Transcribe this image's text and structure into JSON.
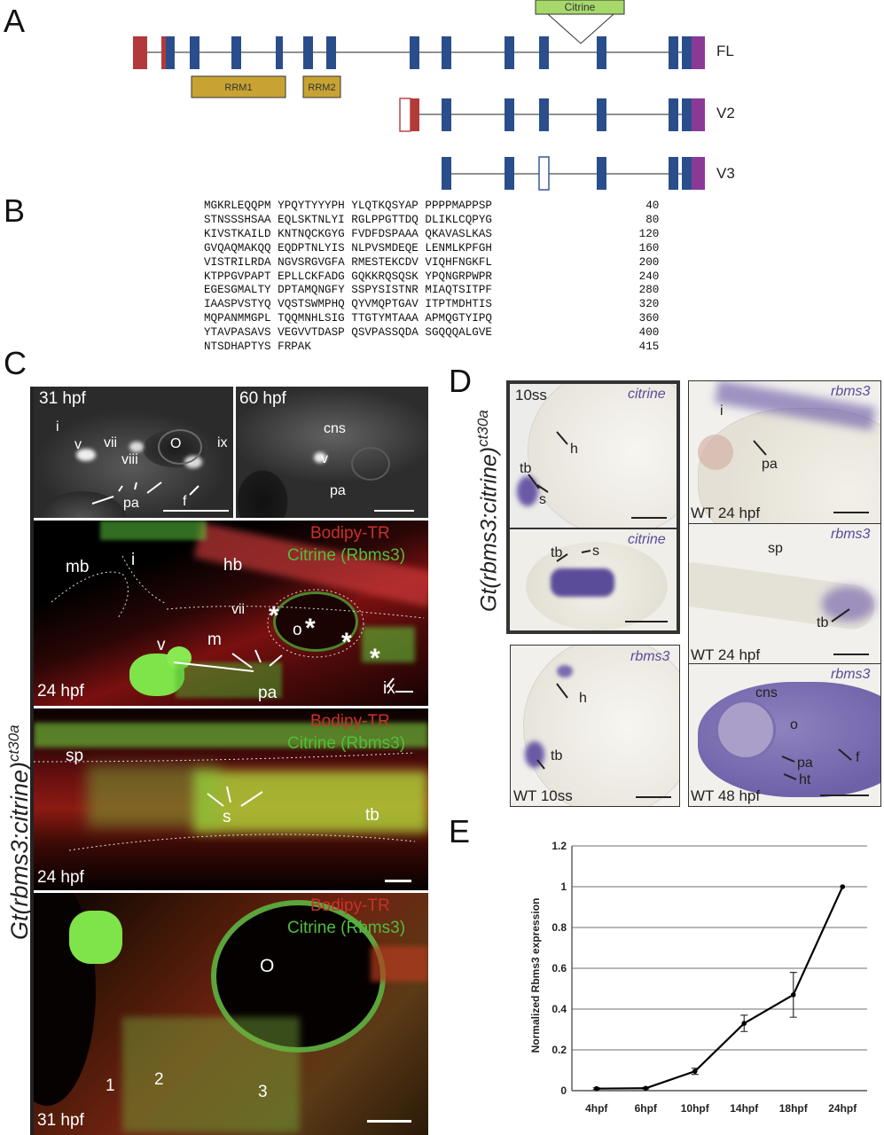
{
  "panels": {
    "A": "A",
    "B": "B",
    "C": "C",
    "D": "D",
    "E": "E"
  },
  "gene_structure": {
    "insert_label": "Citrine",
    "isoforms": [
      "FL",
      "V2",
      "V3"
    ],
    "domains": [
      "RRM1",
      "RRM2"
    ],
    "colors": {
      "exon": "#2a4e8c",
      "utr5": "#b33a3a",
      "utr3": "#8a3a96",
      "citrine": "#a6d86a",
      "domain": "#c8a333"
    }
  },
  "sequence": {
    "rows": [
      {
        "seq": "MGKRLEQQPM YPQYTYYYPH YLQTKQSYAP PPPPMAPPSP",
        "n": "40"
      },
      {
        "seq": "STNSSSHSAA EQLSKTNLYI RGLPPGTTDQ DLIKLCQPYG",
        "n": "80"
      },
      {
        "seq": "KIVSTKAILD KNTNQCKGYG FVDFDSPAAA QKAVASLKAS",
        "n": "120"
      },
      {
        "seq": "GVQAQMAKQQ EQDPTNLYIS NLPVSMDEQE LENMLKPFGH",
        "n": "160"
      },
      {
        "seq": "VISTRILRDA NGVSRGVGFA RMESTEKCDV VIQHFNGKFL",
        "n": "200"
      },
      {
        "seq": "KTPPGVPAPT EPLLCKFADG GQKKRQSQSK YPQNGRPWPR",
        "n": "240"
      },
      {
        "seq": "EGESGMALTY DPTAMQNGFY SSPYSISTNR MIAQTSITPF",
        "n": "280"
      },
      {
        "seq": "IAASPVSTYQ VQSTSWMPHQ QYVMQPTGAV ITPTMDHTIS",
        "n": "320"
      },
      {
        "seq": "MQPANMMGPL TQQMNHLSIG TTGTYMTAAA APMQGTYIPQ",
        "n": "360"
      },
      {
        "seq": "YTAVPASAVS VEGVVTDASP QSVPASSQDA SGQQQALGVE",
        "n": "400"
      },
      {
        "seq": "NTSDHAPTYS FRPAK",
        "n": "415"
      }
    ]
  },
  "panel_c": {
    "title_main": "Gt(rbms3:citrine)",
    "title_sup": "ct30a",
    "legend_red": "Bodipy-TR",
    "legend_green": "Citrine (Rbms3)",
    "top_left": {
      "stage": "31 hpf",
      "labels": [
        "i",
        "v",
        "vii",
        "viii",
        "O",
        "ix",
        "pa",
        "f"
      ]
    },
    "top_right": {
      "stage": "60 hpf",
      "labels": [
        "cns",
        "v",
        "pa"
      ]
    },
    "head24": {
      "stage": "24 hpf",
      "labels": [
        "mb",
        "i",
        "hb",
        "vii",
        "m",
        "o",
        "v",
        "ix",
        "pa"
      ],
      "asterisks": [
        "*",
        "*",
        "*",
        "*"
      ]
    },
    "trunk24": {
      "stage": "24 hpf",
      "labels": [
        "sp",
        "s",
        "tb"
      ]
    },
    "head31": {
      "stage": "31 hpf",
      "labels": [
        "O",
        "1",
        "2",
        "3"
      ]
    }
  },
  "panel_d": {
    "title_main": "Gt(rbms3:citrine)",
    "title_sup": "ct30a",
    "tiles": [
      {
        "stage": "10ss",
        "gene": "citrine",
        "labels": [
          "h",
          "tb",
          "s"
        ]
      },
      {
        "stage": "",
        "gene": "citrine",
        "labels": [
          "tb",
          "s"
        ]
      },
      {
        "stage": "WT 10ss",
        "gene": "rbms3",
        "labels": [
          "h",
          "tb"
        ]
      },
      {
        "stage": "WT 24 hpf",
        "gene": "rbms3",
        "labels": [
          "i",
          "pa"
        ]
      },
      {
        "stage": "WT 24 hpf",
        "gene": "rbms3",
        "labels": [
          "sp",
          "tb"
        ]
      },
      {
        "stage": "WT 48 hpf",
        "gene": "rbms3",
        "labels": [
          "cns",
          "o",
          "pa",
          "f",
          "ht"
        ]
      }
    ]
  },
  "chart_data": {
    "type": "line",
    "categories": [
      "4hpf",
      "6hpf",
      "10hpf",
      "14hpf",
      "18hpf",
      "24hpf"
    ],
    "series": [
      {
        "values": [
          0.01,
          0.012,
          0.095,
          0.33,
          0.47,
          1.0
        ],
        "errors": [
          0.004,
          0.004,
          0.015,
          0.04,
          0.11,
          0.0
        ]
      }
    ],
    "title": "",
    "xlabel": "",
    "ylabel": "Normalized Rbms3 expression",
    "ylim": [
      0,
      1.2
    ],
    "yticks": [
      "0",
      "0.2",
      "0.4",
      "0.6",
      "0.8",
      "1",
      "1.2"
    ],
    "grid": true,
    "line_color": "#000000",
    "grid_color": "#8c8c8c"
  }
}
